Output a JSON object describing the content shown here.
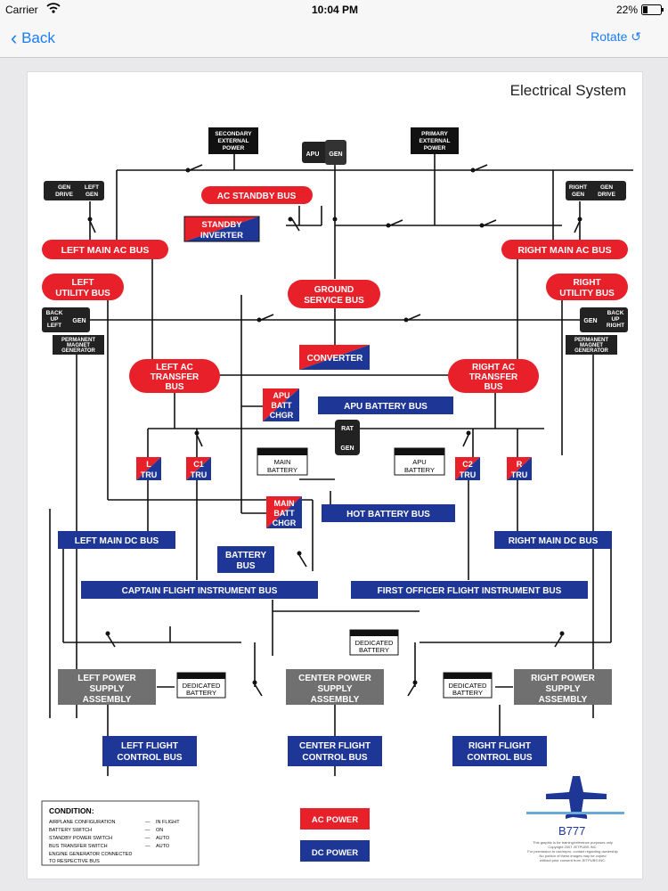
{
  "status": {
    "carrier": "Carrier",
    "time": "10:04 PM",
    "battery": "22%"
  },
  "nav": {
    "back": "Back",
    "rotate": "Rotate ↺"
  },
  "diagram": {
    "title": "Electrical System",
    "secondary_ext": [
      "SECONDARY",
      "EXTERNAL",
      "POWER"
    ],
    "primary_ext": [
      "PRIMARY",
      "EXTERNAL",
      "POWER"
    ],
    "apu": "APU",
    "gen": "GEN",
    "left_gen_drive": [
      "GEN",
      "DRIVE"
    ],
    "left_gen": [
      "LEFT",
      "GEN"
    ],
    "right_gen": [
      "RIGHT",
      "GEN"
    ],
    "right_gen_drive": [
      "GEN",
      "DRIVE"
    ],
    "ac_standby_bus": "AC STANDBY BUS",
    "standby_inverter": [
      "STANDBY",
      "INVERTER"
    ],
    "left_main_ac_bus": "LEFT MAIN AC BUS",
    "right_main_ac_bus": "RIGHT MAIN AC BUS",
    "left_utility_bus": [
      "LEFT",
      "UTILITY BUS"
    ],
    "right_utility_bus": [
      "RIGHT",
      "UTILITY BUS"
    ],
    "ground_service_bus": [
      "GROUND",
      "SERVICE BUS"
    ],
    "backup_left": [
      "BACK",
      "UP",
      "LEFT"
    ],
    "backup_right": [
      "BACK",
      "UP",
      "RIGHT"
    ],
    "permanent_magnet_generator": [
      "PERMANENT",
      "MAGNET",
      "GENERATOR"
    ],
    "converter": "CONVERTER",
    "left_ac_transfer_bus": [
      "LEFT AC",
      "TRANSFER",
      "BUS"
    ],
    "right_ac_transfer_bus": [
      "RIGHT AC",
      "TRANSFER",
      "BUS"
    ],
    "apu_batt_chgr": [
      "APU",
      "BATT",
      "CHGR"
    ],
    "apu_battery_bus": "APU BATTERY BUS",
    "rat": "RAT",
    "main_battery": [
      "MAIN",
      "BATTERY"
    ],
    "apu_battery": [
      "APU",
      "BATTERY"
    ],
    "l_tru": [
      "L",
      "TRU"
    ],
    "c1_tru": [
      "C1",
      "TRU"
    ],
    "c2_tru": [
      "C2",
      "TRU"
    ],
    "r_tru": [
      "R",
      "TRU"
    ],
    "main_batt_chgr": [
      "MAIN",
      "BATT",
      "CHGR"
    ],
    "hot_battery_bus": "HOT BATTERY BUS",
    "left_main_dc_bus": "LEFT MAIN DC BUS",
    "right_main_dc_bus": "RIGHT MAIN DC BUS",
    "battery_bus": [
      "BATTERY",
      "BUS"
    ],
    "captain_fi_bus": "CAPTAIN FLIGHT INSTRUMENT BUS",
    "fo_fi_bus": "FIRST OFFICER FLIGHT INSTRUMENT BUS",
    "dedicated_battery": [
      "DEDICATED",
      "BATTERY"
    ],
    "left_psa": [
      "LEFT POWER",
      "SUPPLY",
      "ASSEMBLY"
    ],
    "center_psa": [
      "CENTER POWER",
      "SUPPLY",
      "ASSEMBLY"
    ],
    "right_psa": [
      "RIGHT POWER",
      "SUPPLY",
      "ASSEMBLY"
    ],
    "left_fcb": [
      "LEFT FLIGHT",
      "CONTROL BUS"
    ],
    "center_fcb": [
      "CENTER FLIGHT",
      "CONTROL BUS"
    ],
    "right_fcb": [
      "RIGHT FLIGHT",
      "CONTROL BUS"
    ],
    "condition": {
      "title": "CONDITION:",
      "rows": [
        {
          "item": "AIRPLANE CONFIGURATION",
          "value": "IN FLIGHT"
        },
        {
          "item": "BATTERY SWITCH",
          "value": "ON"
        },
        {
          "item": "STANDBY POWER SWITCH",
          "value": "AUTO"
        },
        {
          "item": "BUS TRANSFER SWITCH",
          "value": "AUTO"
        }
      ],
      "note": [
        "ENGINE GENERATOR CONNECTED",
        "TO RESPECTIVE BUS"
      ]
    },
    "legend_ac": "AC POWER",
    "legend_dc": "DC POWER",
    "b777": "B777",
    "fineprint": [
      "This graphic is for training/reference purposes only",
      "Copyright 2007 JETPUBS INC.",
      "For permission to use/repro, contact regarding ownership",
      "No portion of these images may be copied",
      "without prior consent from JETPUBS INC."
    ],
    "colors": {
      "ac": "#e8202a",
      "dc": "#1e3796",
      "psa": "#707070"
    }
  }
}
